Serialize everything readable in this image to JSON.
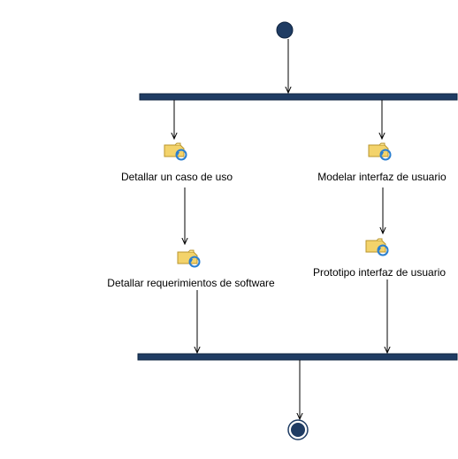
{
  "diagram": {
    "activities": [
      {
        "id": "detallar-caso-uso",
        "label": "Detallar un caso de uso"
      },
      {
        "id": "detallar-requerimientos",
        "label": "Detallar requerimientos de software"
      },
      {
        "id": "modelar-interfaz",
        "label": "Modelar interfaz de usuario"
      },
      {
        "id": "prototipo-interfaz",
        "label": "Prototipo interfaz de usuario"
      }
    ],
    "nodes": {
      "initial": "initial-node",
      "fork": "fork-bar",
      "join": "join-bar",
      "final": "final-node"
    },
    "colors": {
      "node_fill": "#1f3c63",
      "bar_fill": "#1f3c63",
      "edge": "#000000",
      "icon_folder": "#f3d36b",
      "icon_arrows": "#2a7fd0"
    },
    "icons": {
      "activity": "activity-refresh-icon"
    }
  }
}
